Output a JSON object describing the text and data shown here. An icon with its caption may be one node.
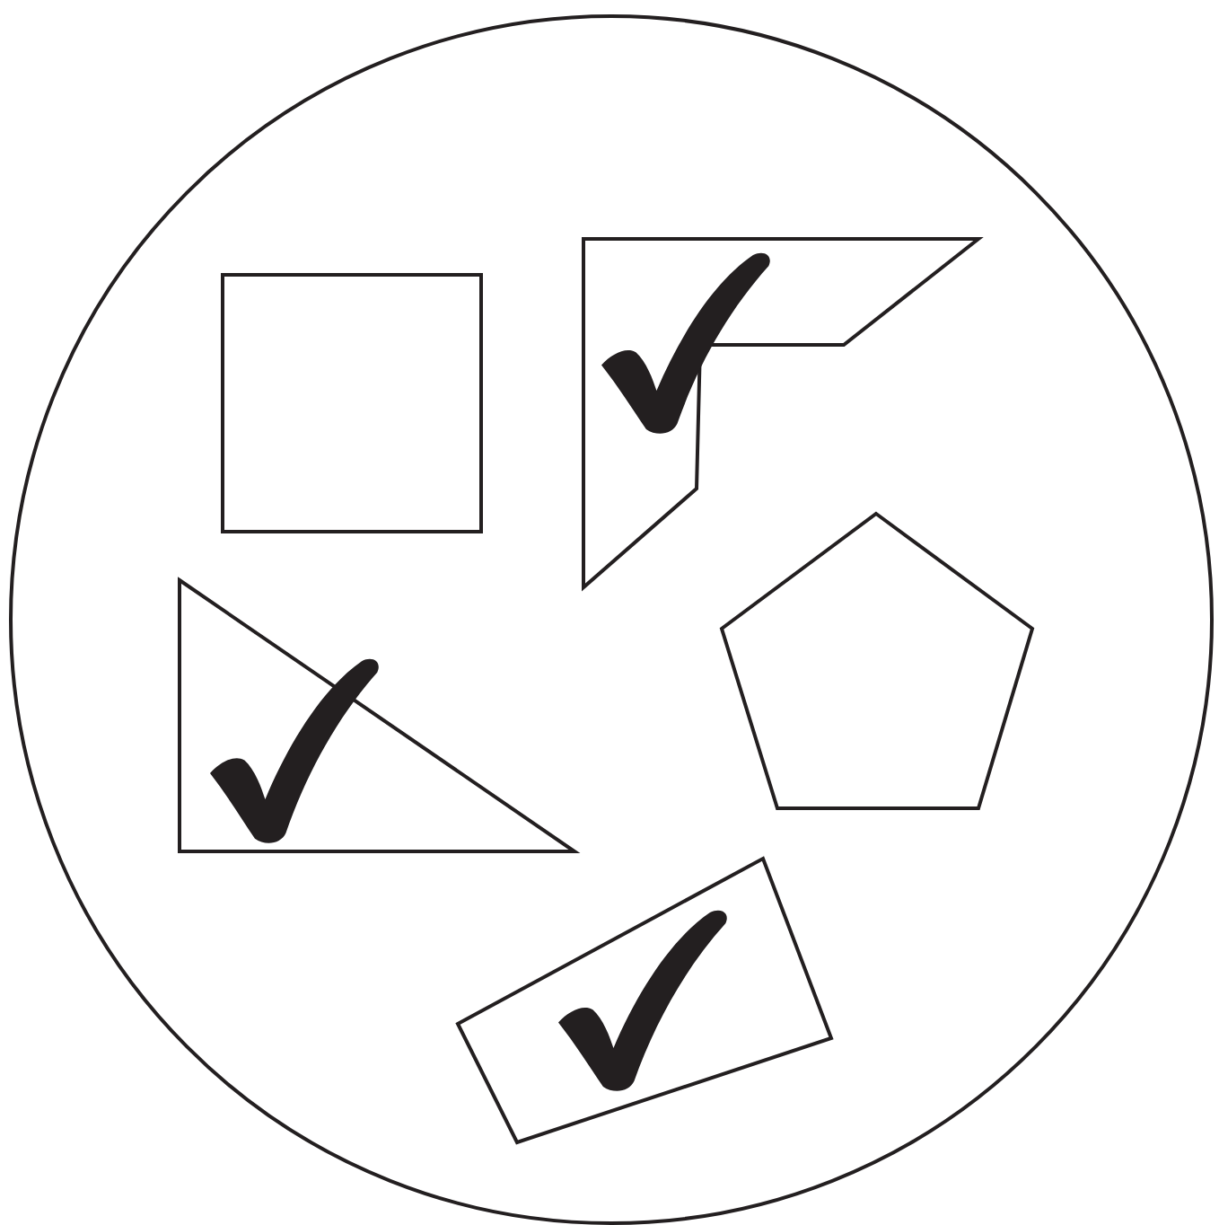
{
  "diagram": {
    "nodes": [
      {
        "text": [],
        "shape": "circle"
      },
      {
        "text": [],
        "shape": "box",
        "in": 0
      },
      {
        "text": [],
        "shape": "polygon",
        "in": 0
      },
      {
        "text": [],
        "shape": "triangle",
        "in": 0
      },
      {
        "text": [],
        "shape": "pentagon",
        "in": 0
      },
      {
        "text": [],
        "shape": "box",
        "in": 0
      }
    ]
  }
}
